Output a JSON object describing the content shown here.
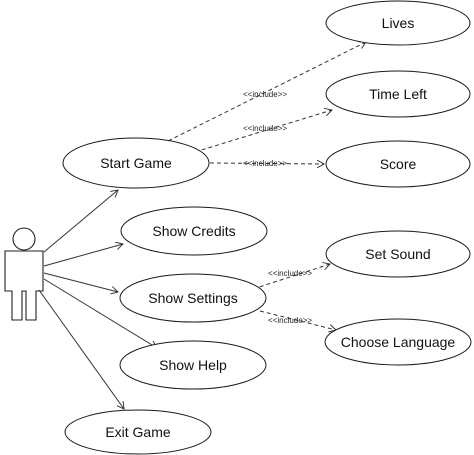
{
  "diagram": {
    "actor": {
      "name": ""
    },
    "use_cases": {
      "start_game": "Start Game",
      "show_credits": "Show Credits",
      "show_settings": "Show Settings",
      "show_help": "Show Help",
      "exit_game": "Exit Game",
      "lives": "Lives",
      "time_left": "Time Left",
      "score": "Score",
      "set_sound": "Set Sound",
      "choose_language": "Choose Language"
    },
    "relationships": {
      "include_stereotype": "<<include>>"
    }
  }
}
